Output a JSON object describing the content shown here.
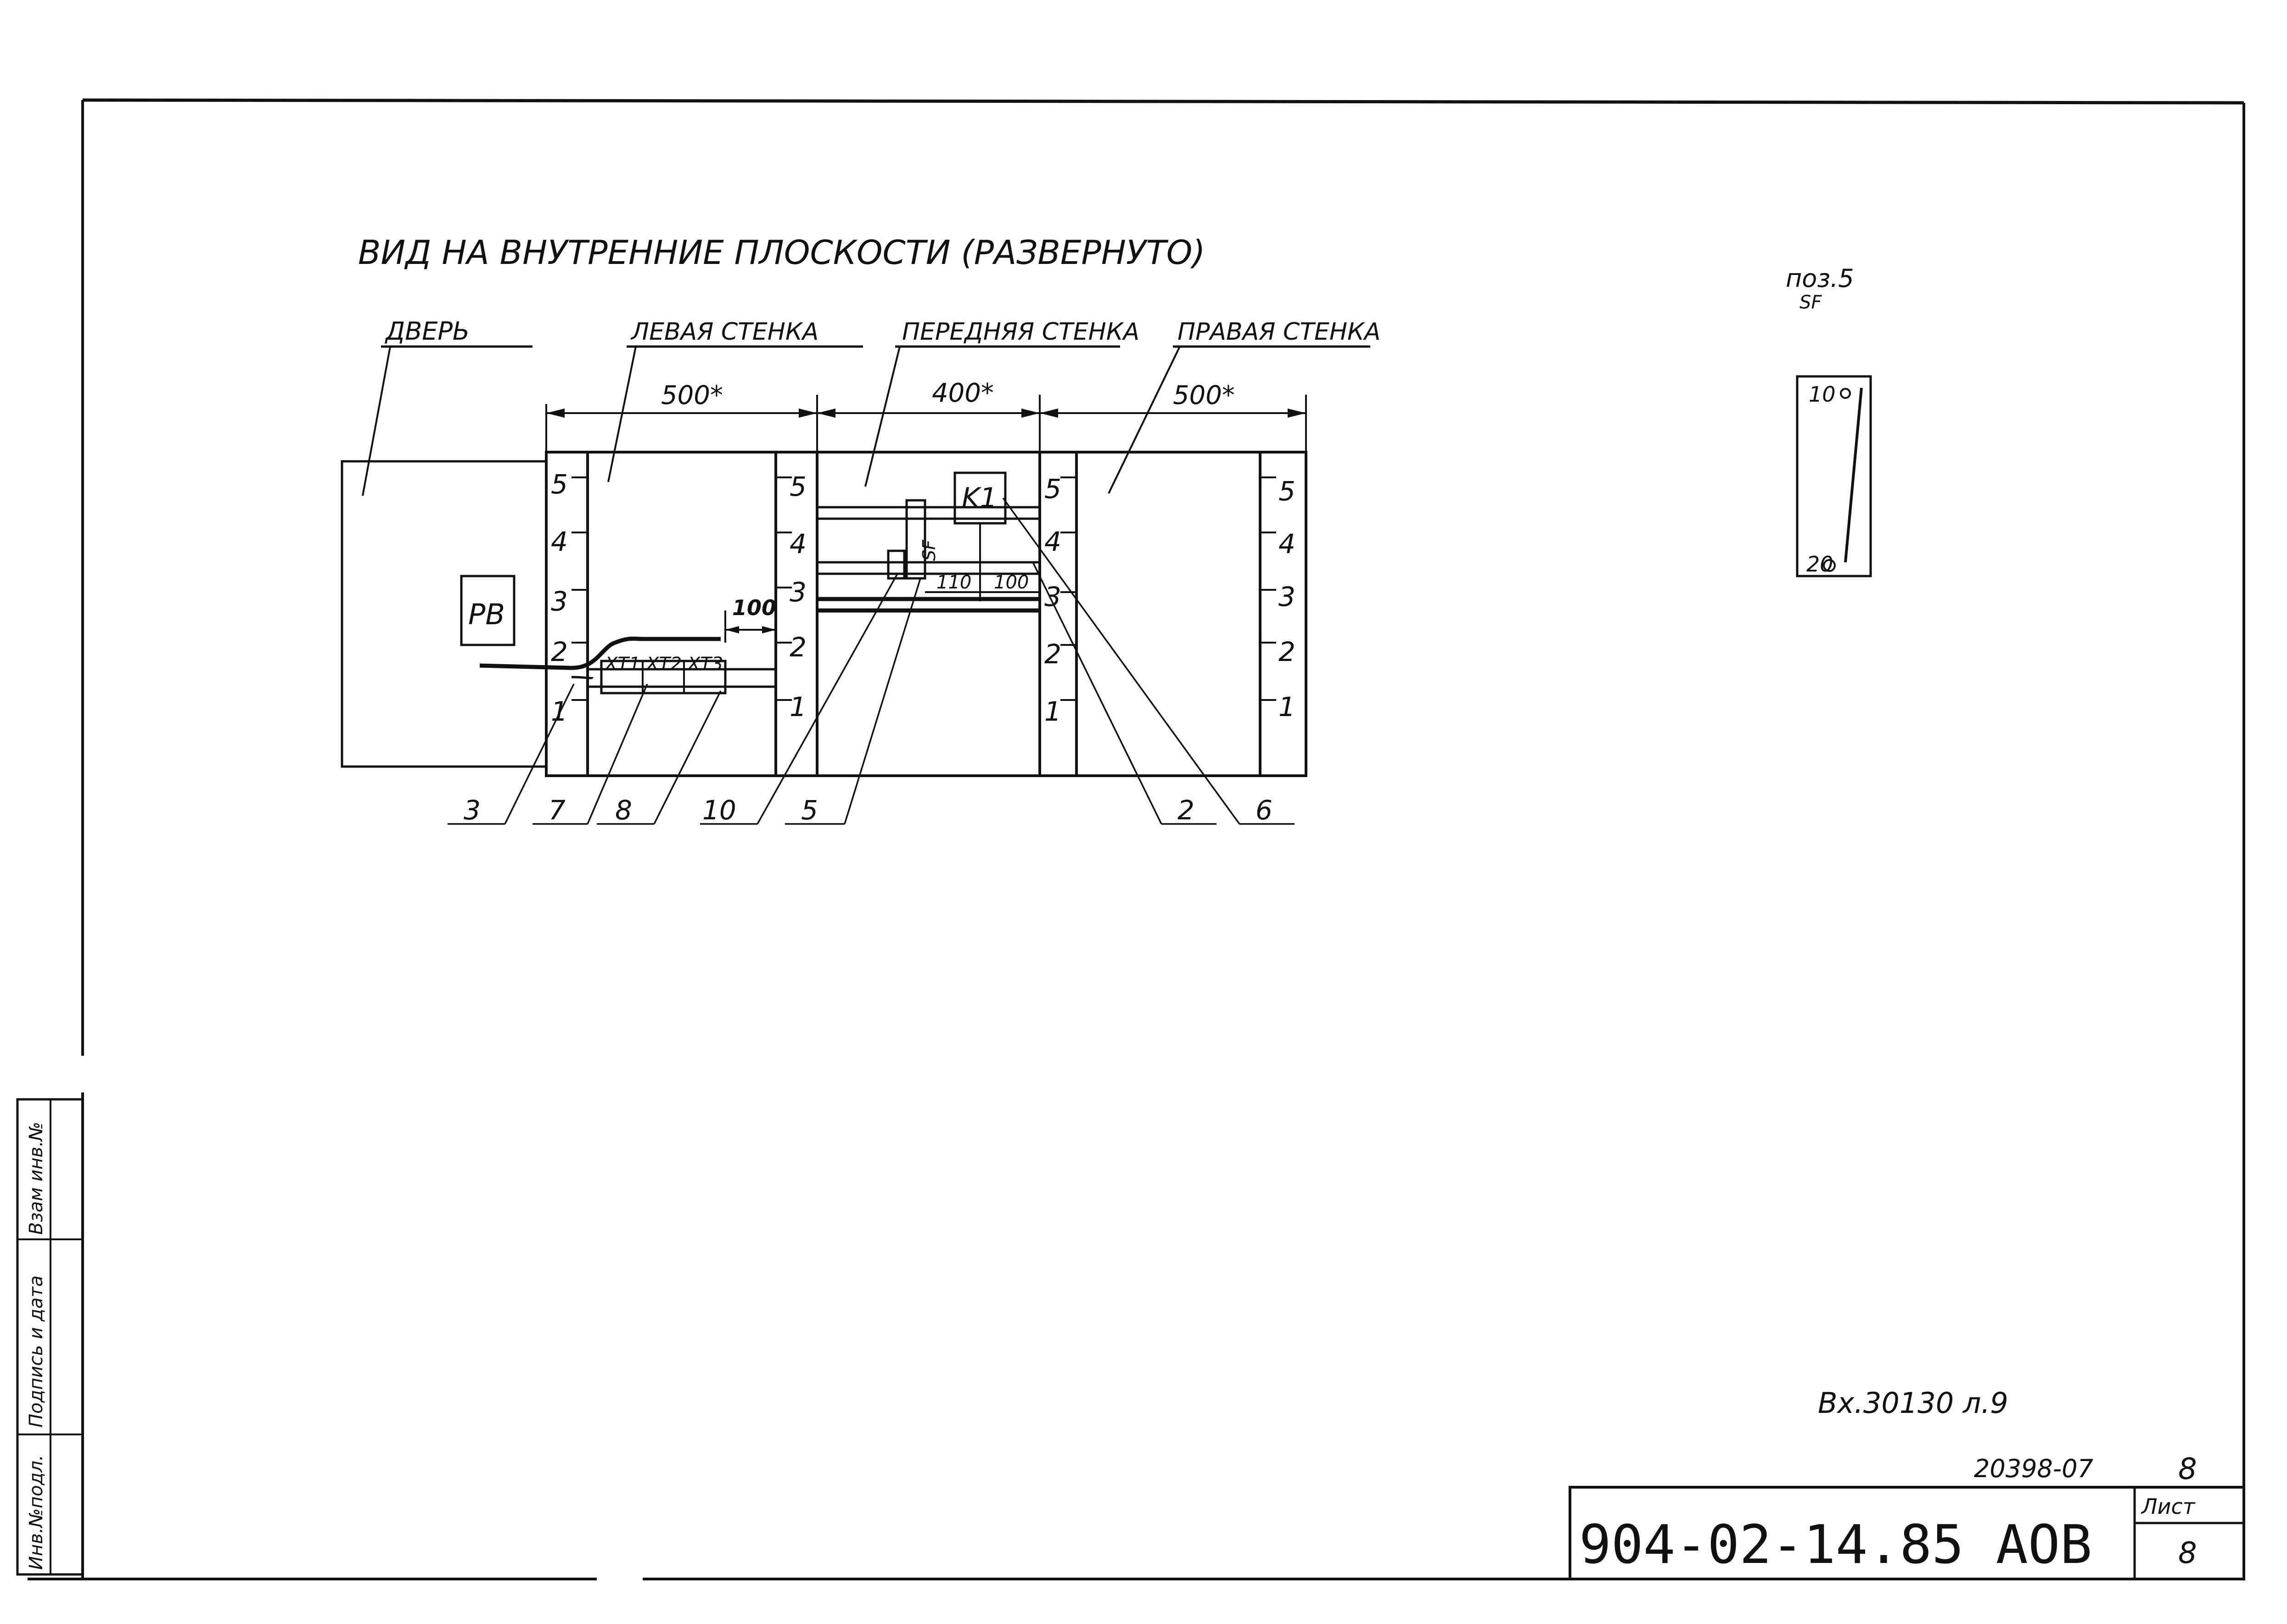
{
  "drawing": {
    "title": "ВИД НА ВНУТРЕННИЕ ПЛОСКОСТИ (РАЗВЕРНУТО)",
    "panels": {
      "door": "ДВЕРЬ",
      "left_wall": "ЛЕВАЯ СТЕНКА",
      "front_wall": "ПЕРЕДНЯЯ СТЕНКА",
      "right_wall": "ПРАВАЯ СТЕНКА"
    },
    "dimensions": {
      "left_width": "500*",
      "front_width": "400*",
      "right_width": "500*",
      "gap_100": "100",
      "front_110": "110",
      "front_100": "100"
    },
    "rail_levels": [
      "5",
      "4",
      "3",
      "2",
      "1"
    ],
    "components": {
      "relay_block": "PB",
      "contactor": "K1",
      "terminals": [
        "XT1",
        "XT2",
        "XT3"
      ],
      "switch_label": "SF"
    },
    "callouts": [
      "3",
      "7",
      "8",
      "10",
      "5",
      "2",
      "6"
    ]
  },
  "detail": {
    "pos_label": "поз.5",
    "pos_sub": "SF",
    "scale_top": "10",
    "scale_bottom": "20"
  },
  "side_stamp": {
    "inv_no_original": "Инв.№подл.",
    "signature_date": "Подпись и дата",
    "replace_inv": "Взам инв.№"
  },
  "title_block": {
    "ref_note": "Вх.30130 л.9",
    "order_no": "20398-07",
    "sheet_top": "8",
    "document_code": "904-02-14.85 АОВ",
    "sheet_label": "Лист",
    "sheet_no": "8"
  }
}
